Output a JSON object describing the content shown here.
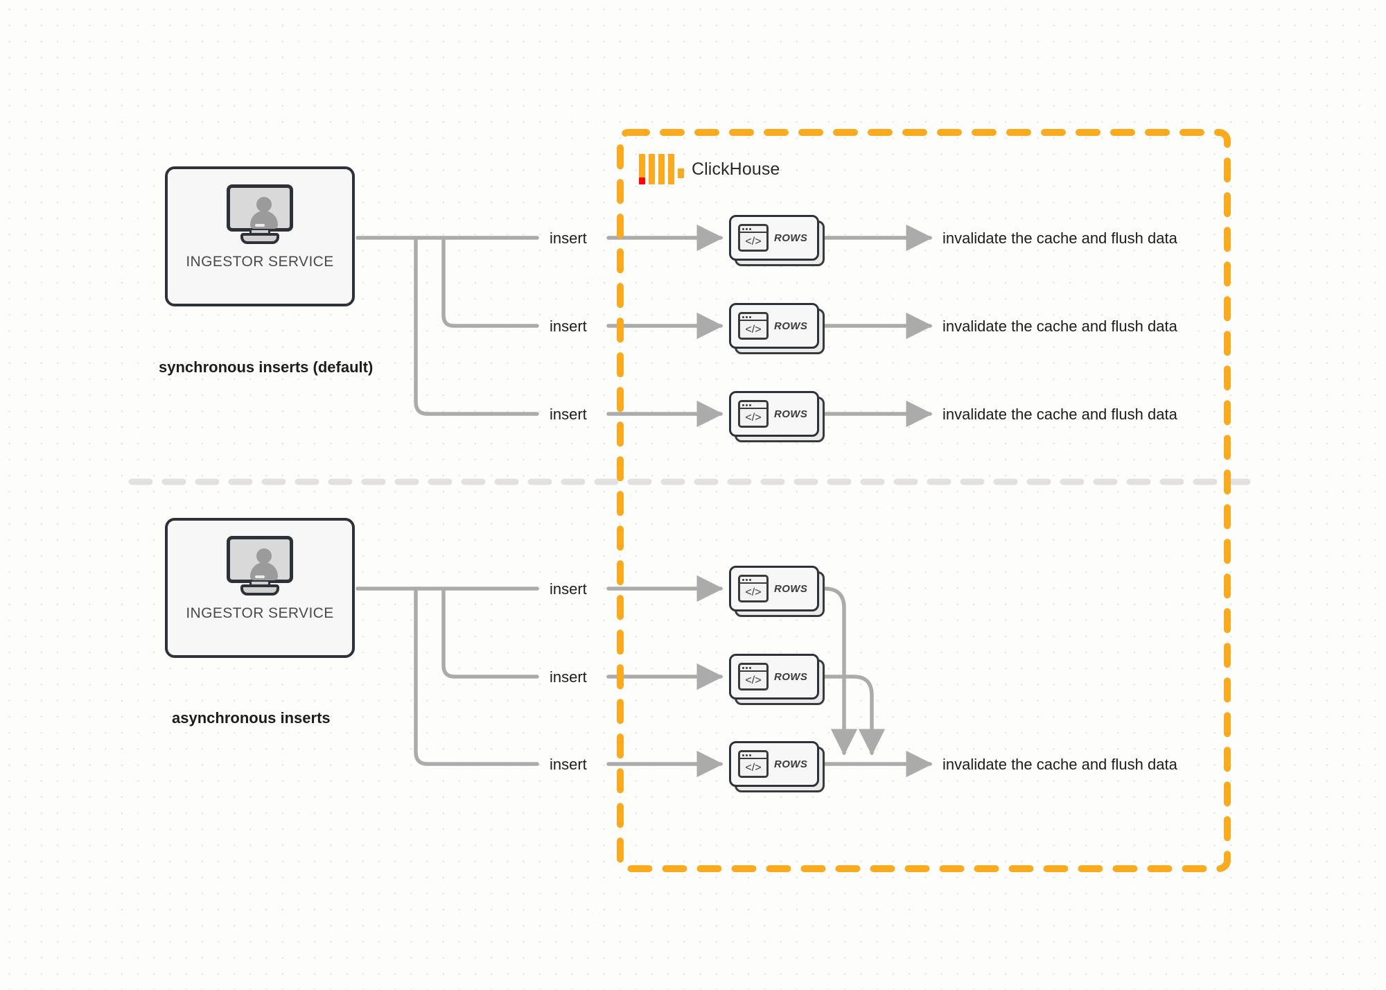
{
  "diagram": {
    "title": "ClickHouse synchronous vs asynchronous inserts",
    "colors": {
      "boundary_orange": "#FAAA1E",
      "logo_red": "#FF0505",
      "connector_gray": "#ABABAB",
      "node_outline": "#2e3238",
      "background": "#fdfdfc"
    }
  },
  "boundary": {
    "product_name": "ClickHouse",
    "logo_icon": "clickhouse-logo-icon",
    "style": "dashed"
  },
  "sections": [
    {
      "id": "sync",
      "caption": "synchronous inserts (default)",
      "source": {
        "label": "INGESTOR SERVICE",
        "icon": "monitor-user-icon"
      },
      "flows": [
        {
          "edge_label": "insert",
          "card_label": "ROWS",
          "card_icon": "code-window-icon",
          "outcome": "invalidate the cache and flush data"
        },
        {
          "edge_label": "insert",
          "card_label": "ROWS",
          "card_icon": "code-window-icon",
          "outcome": "invalidate the cache and flush data"
        },
        {
          "edge_label": "insert",
          "card_label": "ROWS",
          "card_icon": "code-window-icon",
          "outcome": "invalidate the cache and flush data"
        }
      ]
    },
    {
      "id": "async",
      "caption": "asynchronous inserts",
      "source": {
        "label": "INGESTOR SERVICE",
        "icon": "monitor-user-icon"
      },
      "flows": [
        {
          "edge_label": "insert",
          "card_label": "ROWS",
          "card_icon": "code-window-icon"
        },
        {
          "edge_label": "insert",
          "card_label": "ROWS",
          "card_icon": "code-window-icon"
        },
        {
          "edge_label": "insert",
          "card_label": "ROWS",
          "card_icon": "code-window-icon"
        }
      ],
      "merged_outcome": "invalidate the cache and flush data"
    }
  ],
  "code_glyph": "</>"
}
